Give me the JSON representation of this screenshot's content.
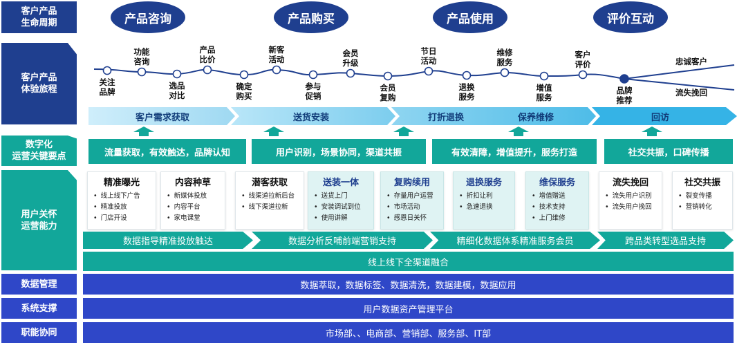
{
  "left_labels": {
    "lifecycle": "客户产品\n生命周期",
    "journey": "客户产品\n体验旅程",
    "ops_points": "数字化\n运营关键要点",
    "care": "用户关怀\n运营能力",
    "data_mgmt": "数据管理",
    "system": "系统支撑",
    "function": "职能协同"
  },
  "phases": [
    "产品咨询",
    "产品购买",
    "产品使用",
    "评价互动"
  ],
  "journey_nodes": [
    {
      "label": "关注\n品牌",
      "pos": "below"
    },
    {
      "label": "功能\n咨询",
      "pos": "above"
    },
    {
      "label": "选品\n对比",
      "pos": "below"
    },
    {
      "label": "产品\n比价",
      "pos": "above"
    },
    {
      "label": "确定\n购买",
      "pos": "below"
    },
    {
      "label": "新客\n活动",
      "pos": "above"
    },
    {
      "label": "参与\n促销",
      "pos": "below"
    },
    {
      "label": "会员\n升级",
      "pos": "above"
    },
    {
      "label": "会员\n复购",
      "pos": "below"
    },
    {
      "label": "节日\n活动",
      "pos": "above"
    },
    {
      "label": "退换\n服务",
      "pos": "below"
    },
    {
      "label": "维修\n服务",
      "pos": "above"
    },
    {
      "label": "增值\n服务",
      "pos": "below"
    },
    {
      "label": "客户\n评价",
      "pos": "above"
    },
    {
      "label": "品牌\n推荐",
      "pos": "below"
    }
  ],
  "journey_branches": {
    "up": "忠诚客户",
    "down": "流失挽回"
  },
  "stages": [
    "客户需求获取",
    "送货安装",
    "打折退换",
    "保养维修",
    "回访"
  ],
  "key_points": [
    "流量获取，有效触达，品牌认知",
    "用户识别，场景协同，渠道共振",
    "有效清障，增值提升，服务打造",
    "社交共振，口碑传播"
  ],
  "cards": [
    {
      "title": "精准曝光",
      "items": [
        "线上线下广告",
        "精准投放",
        "门店开设"
      ],
      "tinted": false
    },
    {
      "title": "内容种草",
      "items": [
        "新媒体投放",
        "内容平台",
        "家电课堂"
      ],
      "tinted": false
    },
    {
      "title": "潜客获取",
      "items": [
        "线渠道拉新后台",
        "线下渠道拉新"
      ],
      "tinted": false
    },
    {
      "title": "送装一体",
      "items": [
        "送货上门",
        "安装调试到位",
        "使用讲解"
      ],
      "tinted": true
    },
    {
      "title": "复购续用",
      "items": [
        "存量用户运营",
        "市场活动",
        "感恩日关怀"
      ],
      "tinted": true
    },
    {
      "title": "退换服务",
      "items": [
        "折扣让利",
        "急速退换"
      ],
      "tinted": true
    },
    {
      "title": "维保服务",
      "items": [
        "增值赠送",
        "技术支持",
        "上门维修"
      ],
      "tinted": true
    },
    {
      "title": "流失挽回",
      "items": [
        "流失用户识别",
        "流失用户挽回"
      ],
      "tinted": false
    },
    {
      "title": "社交共振",
      "items": [
        "裂变传播",
        "营销转化"
      ],
      "tinted": false
    }
  ],
  "capability_chevrons": [
    "数据指导精准投放触达",
    "数据分析反哺前端营销支持",
    "精细化数据体系精准服务会员",
    "跨品类转型选品支持"
  ],
  "omni_channel": "线上线下全渠道融合",
  "data_mgmt": "数据萃取，数据标签、数据清洗，数据建模，数据应用",
  "system": "用户数据资产管理平台",
  "function": "市场部、、电商部、营销部、服务部、IT部",
  "colors": {
    "navy": "#1f3f8f",
    "teal": "#12a79a",
    "blue": "#2f47c8",
    "light_blue": "#a9dcf3"
  }
}
